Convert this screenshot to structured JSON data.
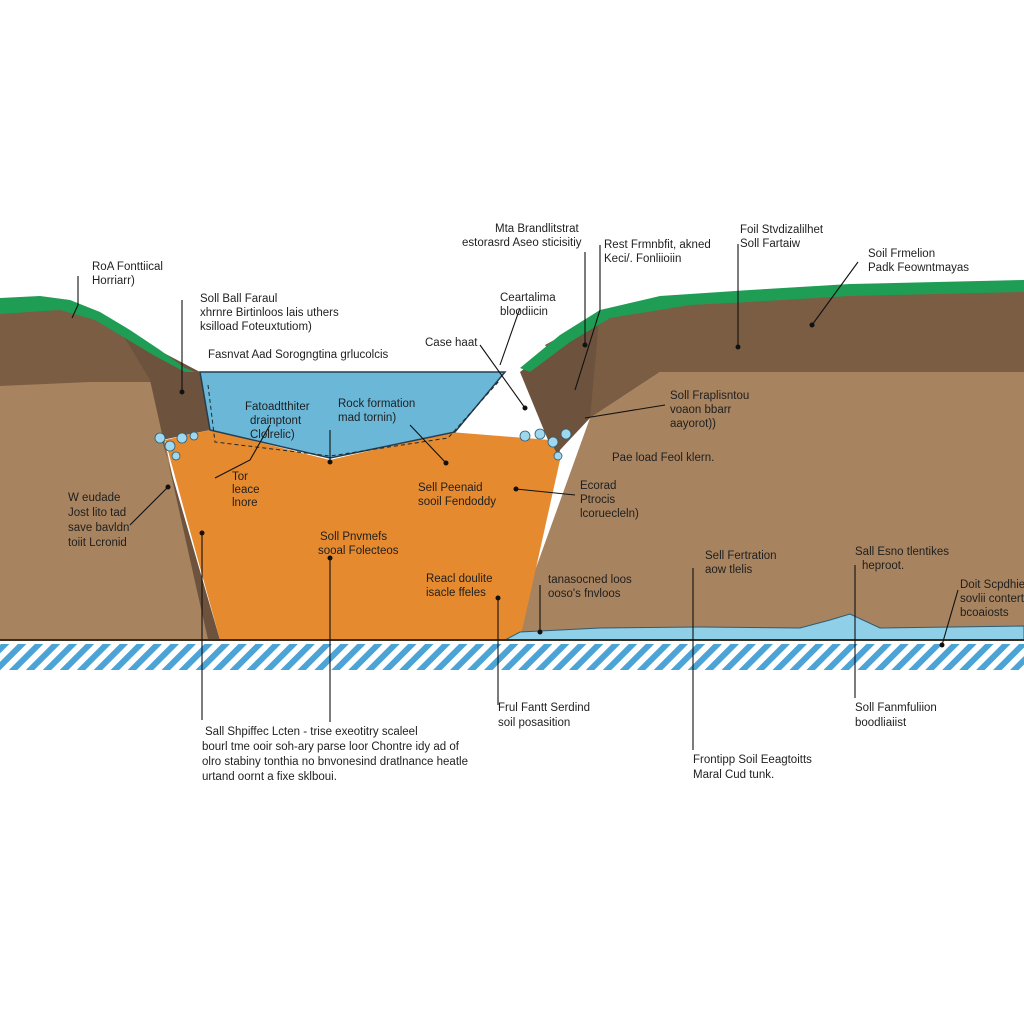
{
  "diagram": {
    "colors": {
      "background": "#ffffff",
      "grass": "#1f9d55",
      "topsoil": "#7a5d43",
      "subsoil": "#a7835f",
      "fill": "#e58a2e",
      "water": "#6ab7d8",
      "groundwater": "#8fcfe8",
      "stripe_blue": "#4ba3d6",
      "gravel": "#9fd7ee"
    },
    "labels": {
      "roa_fontiial": [
        "RoA Fonttiical",
        "Horriarr)"
      ],
      "soil_ball_faraul": [
        "Soll Ball Faraul",
        "xhrnre Birtinloos lais uthers",
        "ksilload Foteuxtutiom)"
      ],
      "fasnat": [
        "Fasnvat Aad Sorogngtina grlucolcis"
      ],
      "mta": [
        "Mta Brandlitstrat",
        "estorasrd Aseo sticisitiy"
      ],
      "cear_talma": [
        "Ceartalima",
        "bloodiicin"
      ],
      "case_haat": [
        "Case haat"
      ],
      "rest_frmnb": [
        "Rest Frmnbfit, akned",
        "Keci/. Fonliioiin"
      ],
      "foll_stvdizal": [
        "Foil Stvdizalilhet",
        "Soll Fartaiw"
      ],
      "soil_frmelion": [
        "Soil Frmelion",
        "Padk Feowntmayas"
      ],
      "fatoad_thiter": [
        "Fatoadtthiter",
        "drainptont",
        "Clolrelic)"
      ],
      "rock_formation": [
        "Rock formation",
        "mad tornin)"
      ],
      "soil_fraplisntou": [
        "Soll Fraplisntou",
        "voaon bbarr",
        "aayorot))"
      ],
      "pae_load": [
        "Pae load Feol klern."
      ],
      "tor_leace": [
        "Tor",
        "leace",
        "lnore"
      ],
      "sell_peenaid": [
        "Sell Peenaid",
        "sooil Fendoddy"
      ],
      "ecorad": [
        "Ecorad",
        "Ptrocis",
        "lcoruecleln)"
      ],
      "we_eudade": [
        "W eudade",
        "Jost lito tad",
        "save bavldn",
        "toiit Lcronid"
      ],
      "soll_pnvmefs": [
        "Soll Pnvmefs",
        "sooal Folecteos"
      ],
      "reacl_doulite": [
        "Reacl doulite",
        "isacle ffeles"
      ],
      "tanasocned": [
        "tanasocned loos",
        "ooso's fnvloos"
      ],
      "sell_fertration": [
        "Sell Fertration",
        "aow tlelis"
      ],
      "sall_esno": [
        "Sall Esno tlentikes",
        "heproot."
      ],
      "doit_scpdhier": [
        "Doit Scpdhier",
        "sovlii conterta",
        "bcoaiosts"
      ],
      "frul_fantt": [
        "Frul Fantt Serdind",
        "soil posasition"
      ],
      "soll_fanmfuliion": [
        "Soll Fanmfuliion",
        "boodliaiist"
      ],
      "frontipp": [
        "Frontipp Soil Eeagtoitts",
        "Maral Cud tunk."
      ],
      "sall_shpiffec": [
        "Sall Shpiffec Lcten - trise exeotitry scaleel",
        "bourl tme ooir soh-ary parse loor Chontre idy ad of",
        "olro stabiny tonthia no bnvonesind dratlnance heatle",
        "urtand oornt a fixe sklboui."
      ]
    }
  }
}
